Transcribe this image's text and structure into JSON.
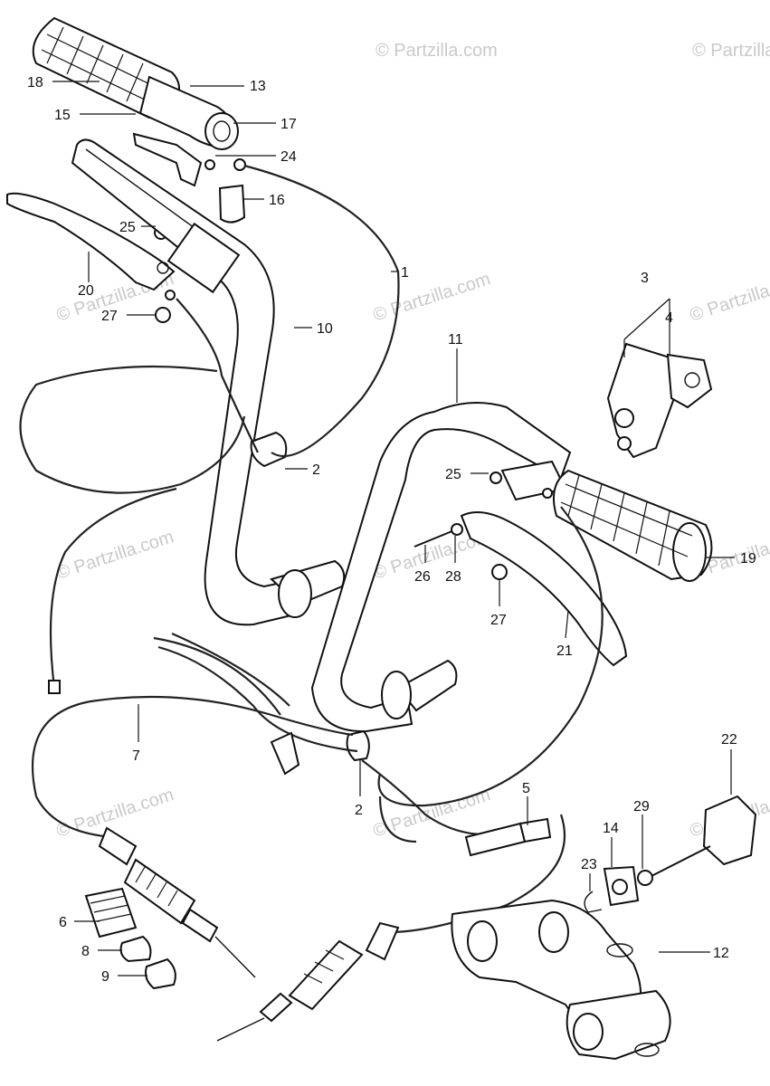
{
  "watermark": "© Partzilla.com",
  "callouts": [
    {
      "id": "c18",
      "label": "18"
    },
    {
      "id": "c13",
      "label": "13"
    },
    {
      "id": "c15",
      "label": "15"
    },
    {
      "id": "c17",
      "label": "17"
    },
    {
      "id": "c24",
      "label": "24"
    },
    {
      "id": "c16",
      "label": "16"
    },
    {
      "id": "c25a",
      "label": "25"
    },
    {
      "id": "c1",
      "label": "1"
    },
    {
      "id": "c20",
      "label": "20"
    },
    {
      "id": "c10",
      "label": "10"
    },
    {
      "id": "c27a",
      "label": "27"
    },
    {
      "id": "c3",
      "label": "3"
    },
    {
      "id": "c4",
      "label": "4"
    },
    {
      "id": "c11",
      "label": "11"
    },
    {
      "id": "c2a",
      "label": "2"
    },
    {
      "id": "c25b",
      "label": "25"
    },
    {
      "id": "c19",
      "label": "19"
    },
    {
      "id": "c26",
      "label": "26"
    },
    {
      "id": "c28",
      "label": "28"
    },
    {
      "id": "c27b",
      "label": "27"
    },
    {
      "id": "c21",
      "label": "21"
    },
    {
      "id": "c7",
      "label": "7"
    },
    {
      "id": "c22",
      "label": "22"
    },
    {
      "id": "c5",
      "label": "5"
    },
    {
      "id": "c2b",
      "label": "2"
    },
    {
      "id": "c14",
      "label": "14"
    },
    {
      "id": "c29",
      "label": "29"
    },
    {
      "id": "c23",
      "label": "23"
    },
    {
      "id": "c6",
      "label": "6"
    },
    {
      "id": "c12",
      "label": "12"
    },
    {
      "id": "c8",
      "label": "8"
    },
    {
      "id": "c9",
      "label": "9"
    }
  ]
}
